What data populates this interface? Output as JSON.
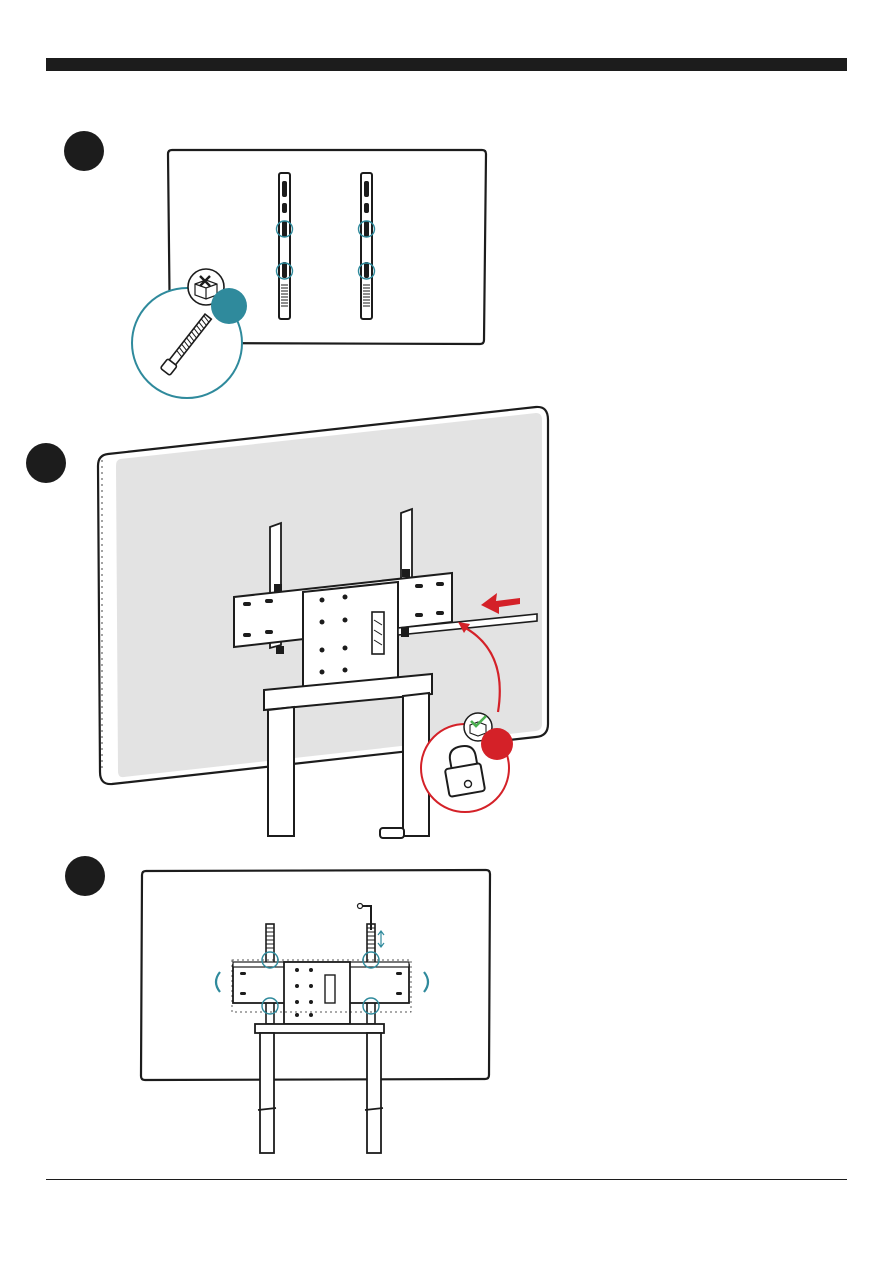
{
  "page": {
    "title": "",
    "steps": [
      {
        "id": 1,
        "label": ""
      },
      {
        "id": 2,
        "label": ""
      },
      {
        "id": 3,
        "label": ""
      }
    ]
  },
  "colors": {
    "ink": "#1c1c1c",
    "teal": "#2f8a9c",
    "red": "#d42128",
    "screen_gray": "#e3e3e3",
    "check_green": "#4caf50"
  },
  "icons": {
    "panel1_callout": "bolt-icon",
    "panel1_badge": "no-parts-box-icon",
    "panel2_callout": "padlock-icon",
    "panel2_badge": "parts-box-check-icon",
    "panel2_arrow": "slide-arrow-icon",
    "panel3_tool": "hex-key-icon"
  }
}
